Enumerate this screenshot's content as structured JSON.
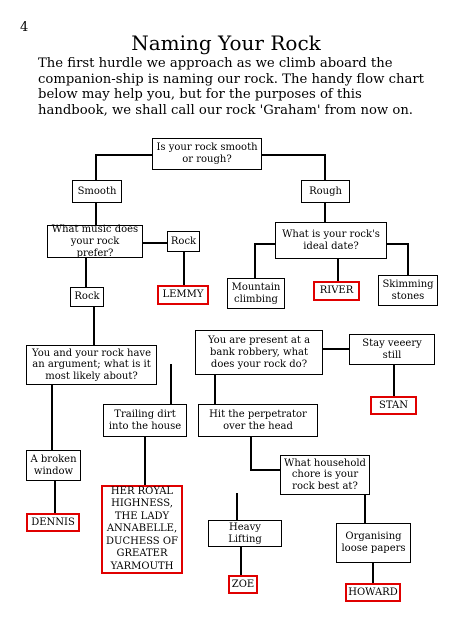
{
  "page": {
    "number": "4",
    "title": "Naming Your Rock",
    "intro": "The first hurdle we approach as we climb aboard the companion-ship is naming our rock. The handy flow chart below may help you, but for the purposes of this handbook, we shall call our rock 'Graham' from now on."
  },
  "colors": {
    "answer_border": "#e00000",
    "box_border": "#000000"
  },
  "flowchart": {
    "q_smooth_rough": "Is your rock smooth or rough?",
    "smooth": "Smooth",
    "rough": "Rough",
    "q_music": "What music does your rock prefer?",
    "rock_music": "Rock",
    "lemmy": "LEMMY",
    "q_date": "What is your rock's ideal date?",
    "mountain_climbing": "Mountain climbing",
    "river": "RIVER",
    "skimming_stones": "Skimming stones",
    "rock_music2": "Rock",
    "q_argument": "You and your rock have an argument; what is it most likely about?",
    "trailing_dirt": "Trailing dirt into the house",
    "broken_window": "A broken window",
    "dennis": "DENNIS",
    "her_royal_highness": "HER ROYAL HIGHNESS, THE LADY ANNABELLE, DUCHESS OF GREATER YARMOUTH",
    "q_robbery": "You are present at a bank robbery, what does your rock do?",
    "stay_still": "Stay veeery still",
    "stan": "STAN",
    "hit_perpetrator": "Hit the perpetrator over the head",
    "q_chore": "What household chore is your rock best at?",
    "heavy_lifting": "Heavy Lifting",
    "organising": "Organising loose papers",
    "zoe": "ZOE",
    "howard": "HOWARD"
  }
}
